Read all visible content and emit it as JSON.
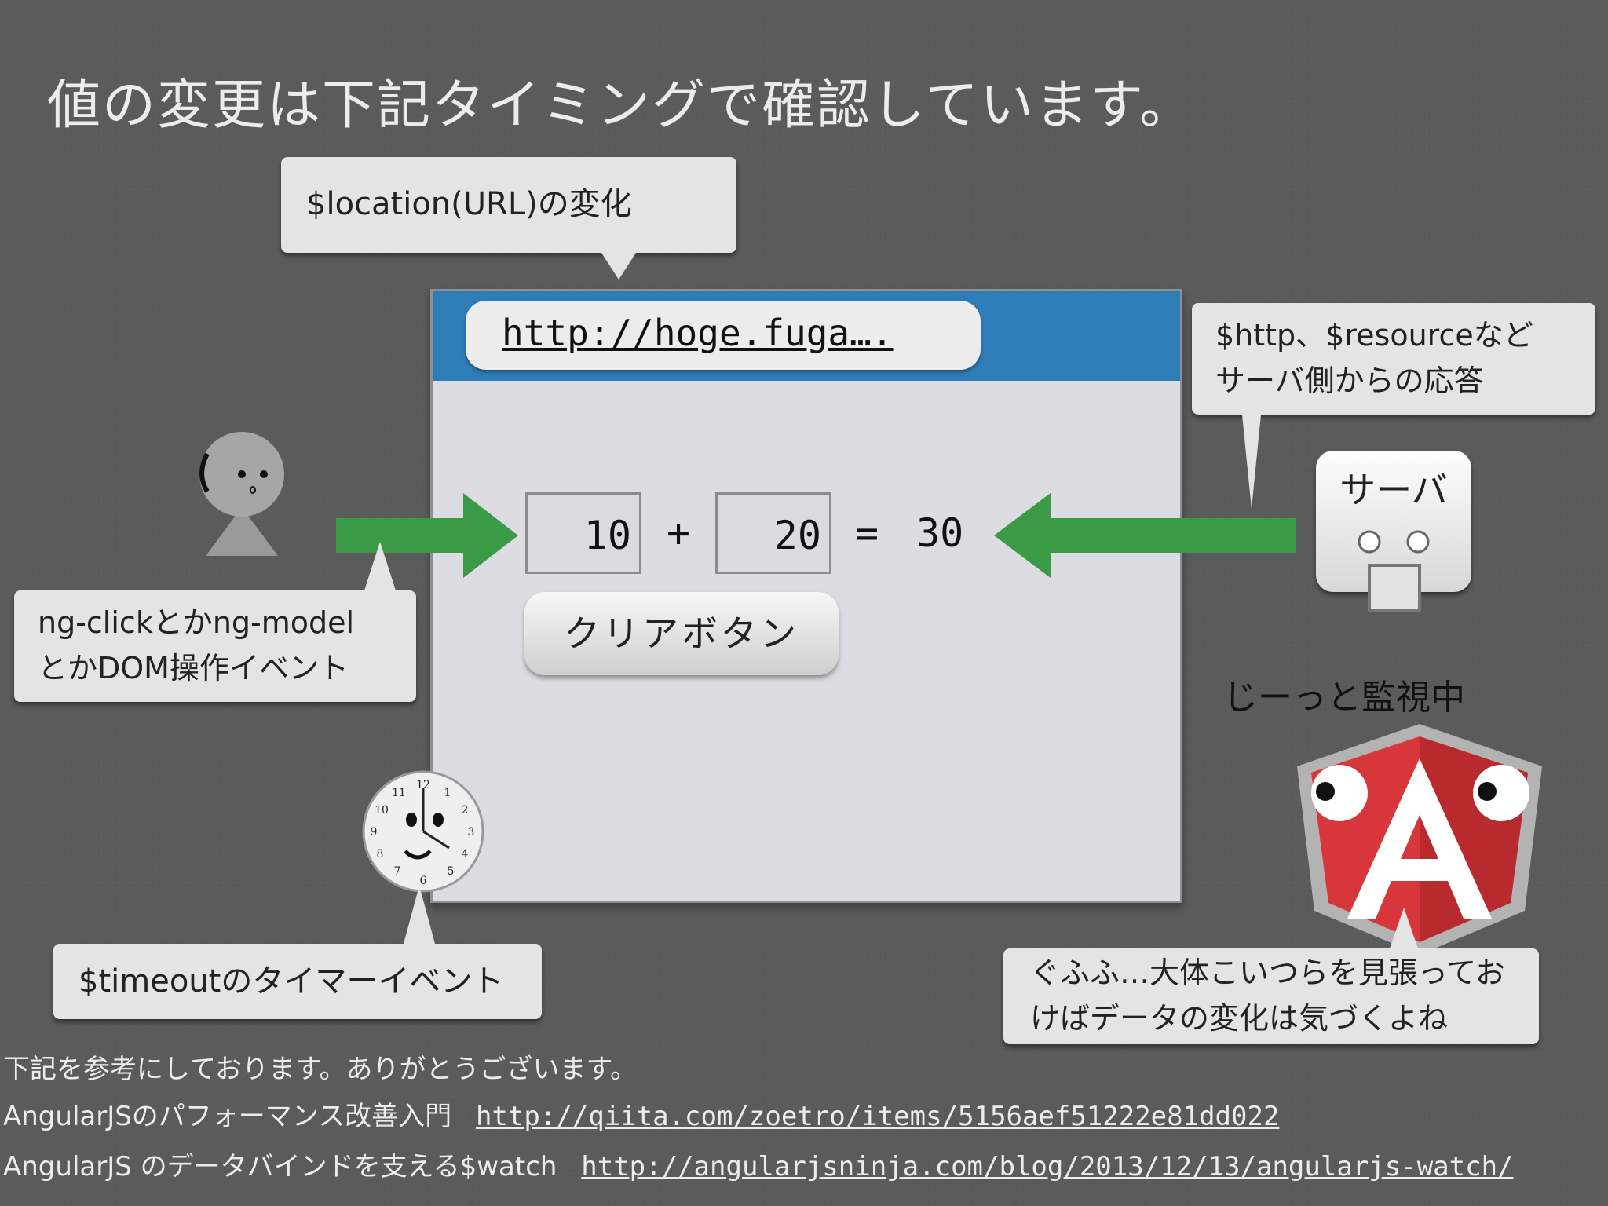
{
  "title": "値の変更は下記タイミングで確認しています。",
  "callouts": {
    "location": "$location(URL)の変化",
    "http_line1": "$http、$resourceなど",
    "http_line2": "サーバ側からの応答",
    "dom_line1": "ng-clickとかng-model",
    "dom_line2": "とかDOM操作イベント",
    "timeout": "$timeoutのタイマーイベント",
    "angular_line1": "ぐふふ…大体こいつらを見張ってお",
    "angular_line2": "けばデータの変化は気づくよね"
  },
  "browser": {
    "url": "http://hoge.fuga….",
    "value_a": "10",
    "plus": "+",
    "value_b": "20",
    "equals": "=",
    "result": "30",
    "clear_button": "クリアボタン"
  },
  "server": {
    "label": "サーバ"
  },
  "watching_label": "じーっと監視中",
  "references": {
    "intro": "下記を参考にしております。ありがとうございます。",
    "ref1_title": "AngularJSのパフォーマンス改善入門",
    "ref1_url": "http://qiita.com/zoetro/items/5156aef51222e81dd022",
    "ref2_title": "AngularJS のデータバインドを支える$watch",
    "ref2_url": "http://angularjsninja.com/blog/2013/12/13/angularjs-watch/"
  },
  "colors": {
    "background": "#5b5b5b",
    "browser_bar": "#2f7db7",
    "arrow_green": "#3a9a45",
    "angular_red": "#d7363a",
    "callout_bg": "#e4e4e4"
  },
  "icons": [
    "person-icon",
    "clock-icon",
    "server-icon",
    "angular-logo",
    "arrow-right-icon",
    "arrow-left-icon"
  ]
}
